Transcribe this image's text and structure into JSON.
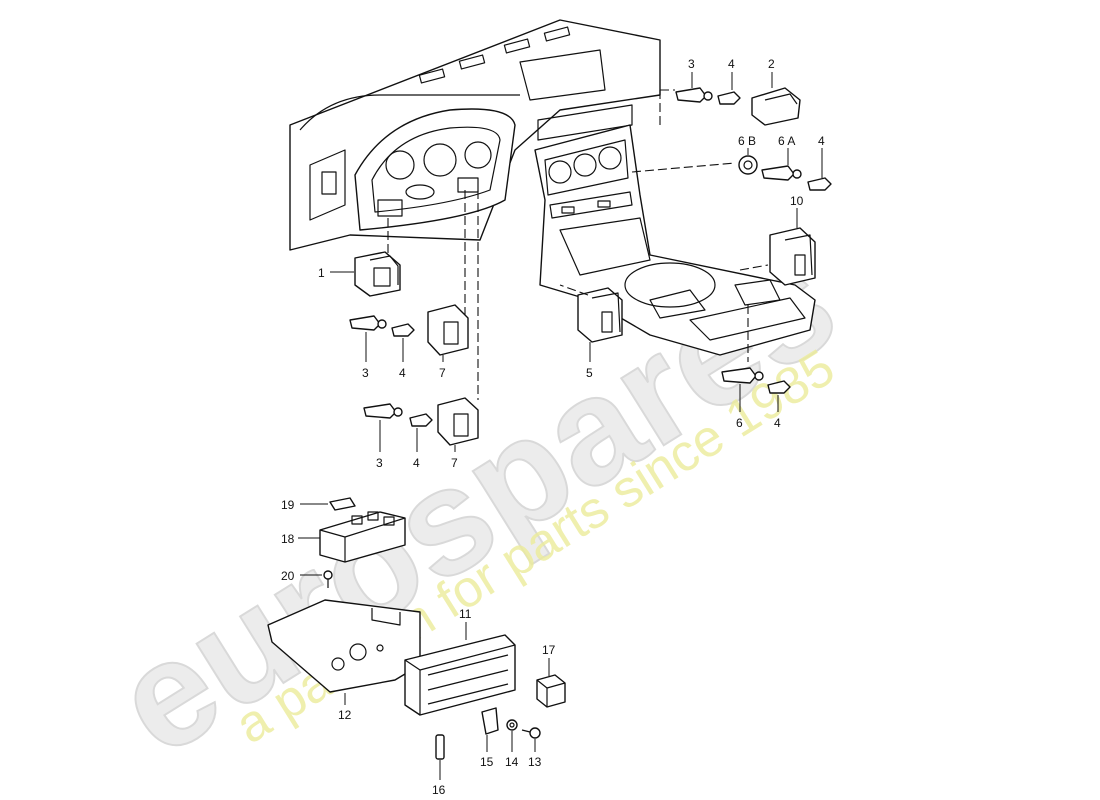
{
  "watermark": {
    "logo": "eurospares",
    "tagline": "a passion for parts since 1985"
  },
  "callouts": {
    "c1": "1",
    "c2": "2",
    "c3a": "3",
    "c4a": "4",
    "c6b": "6 B",
    "c6a": "6 A",
    "c4b": "4",
    "c10": "10",
    "c3b": "3",
    "c4c": "4",
    "c7a": "7",
    "c5": "5",
    "c3c": "3",
    "c4d": "4",
    "c7b": "7",
    "c6": "6",
    "c4e": "4",
    "c19": "19",
    "c18": "18",
    "c20": "20",
    "c11": "11",
    "c17": "17",
    "c12": "12",
    "c16": "16",
    "c15": "15",
    "c14": "14",
    "c13": "13"
  }
}
